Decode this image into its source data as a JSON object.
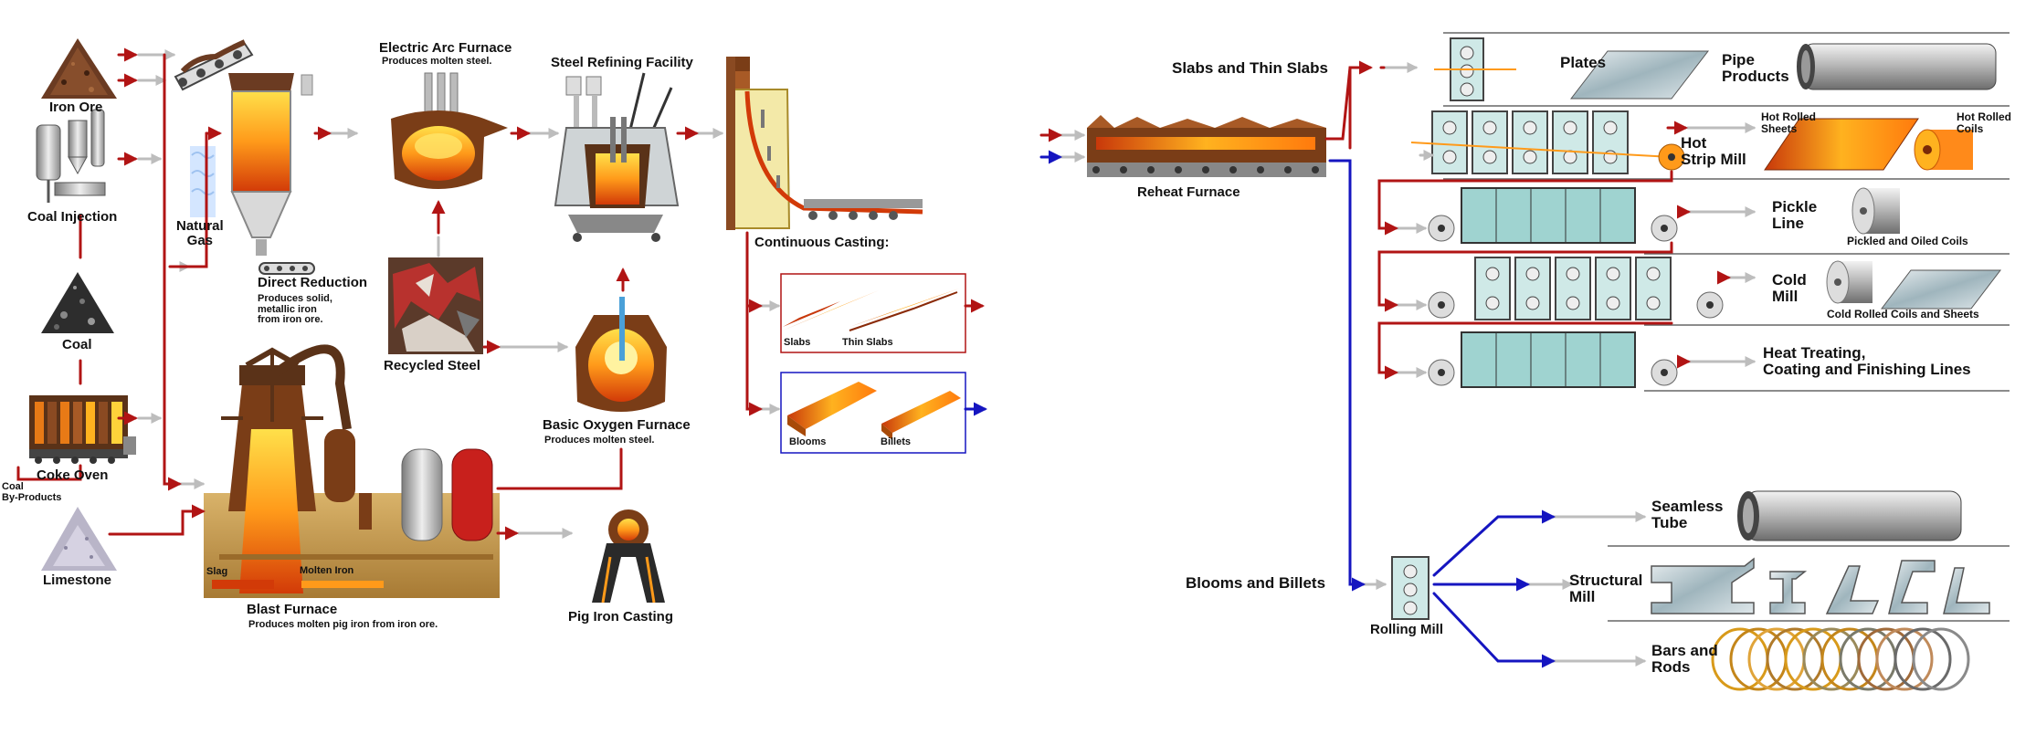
{
  "diagram": {
    "colors": {
      "red": "#b11414",
      "blue": "#1515c0",
      "gray": "#c8c8c8",
      "teal": "#9fd3d0",
      "rust": "#7a3d17"
    },
    "left": {
      "iron_ore": "Iron Ore",
      "coal_injection": "Coal Injection",
      "natural_gas": "Natural\nGas",
      "coal": "Coal",
      "coke_oven": "Coke Oven",
      "coal_byproducts": "Coal\nBy-Products",
      "limestone": "Limestone",
      "direct_reduction": "Direct Reduction",
      "direct_reduction_note": "Produces solid,\nmetallic iron\nfrom iron ore.",
      "eaf": "Electric Arc Furnace",
      "eaf_note": "Produces molten steel.",
      "refining": "Steel Refining Facility",
      "recycled_steel": "Recycled Steel",
      "bof": "Basic Oxygen Furnace",
      "bof_note": "Produces molten steel.",
      "blast_furnace": "Blast Furnace",
      "blast_furnace_note": "Produces molten pig iron from iron ore.",
      "slag": "Slag",
      "molten_iron": "Molten Iron",
      "pig_iron_casting": "Pig Iron Casting",
      "continuous_casting": "Continuous Casting:",
      "slabs": "Slabs",
      "thin_slabs": "Thin Slabs",
      "blooms": "Blooms",
      "billets": "Billets"
    },
    "right": {
      "slabs_and_thin_slabs": "Slabs and Thin Slabs",
      "reheat_furnace": "Reheat Furnace",
      "plates": "Plates",
      "pipe_products": "Pipe\nProducts",
      "hot_strip_mill": "Hot\nStrip Mill",
      "hot_rolled_sheets": "Hot Rolled\nSheets",
      "hot_rolled_coils": "Hot Rolled\nCoils",
      "pickle_line": "Pickle\nLine",
      "pickled_oiled_coils": "Pickled and Oiled Coils",
      "cold_mill": "Cold\nMill",
      "cold_rolled": "Cold Rolled Coils and Sheets",
      "heat_treating": "Heat Treating,\nCoating and Finishing Lines",
      "blooms_and_billets": "Blooms and Billets",
      "rolling_mill": "Rolling Mill",
      "seamless_tube": "Seamless\nTube",
      "structural_mill": "Structural\nMill",
      "bars_rods": "Bars and\nRods"
    }
  }
}
